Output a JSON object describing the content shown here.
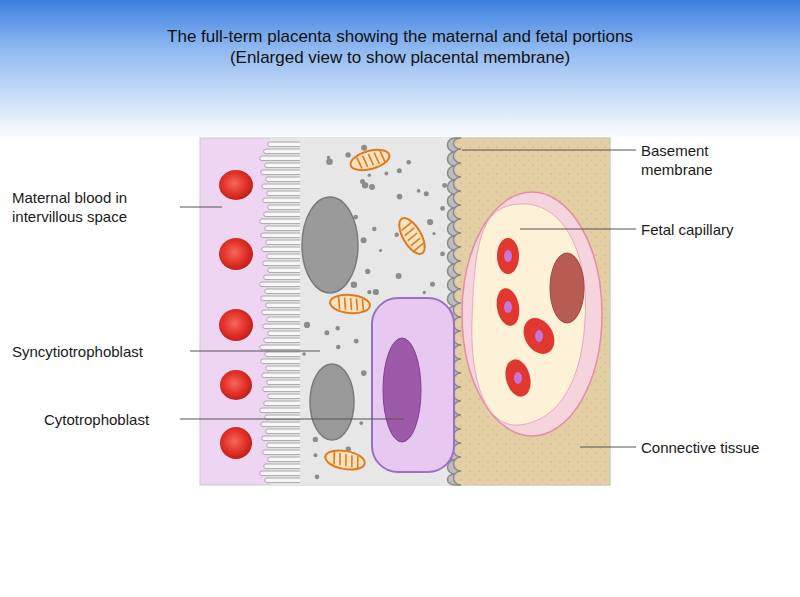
{
  "diagram": {
    "title": "The full-term placenta showing the maternal and fetal portions (Enlarged view to show placental membrane)",
    "labels": [
      "Maternal blood in intervillous space",
      "Syncytiotrophoblast",
      "Cytotrophoblast",
      "Basement membrane",
      "Fetal capillary",
      "Connective tissue"
    ]
  }
}
